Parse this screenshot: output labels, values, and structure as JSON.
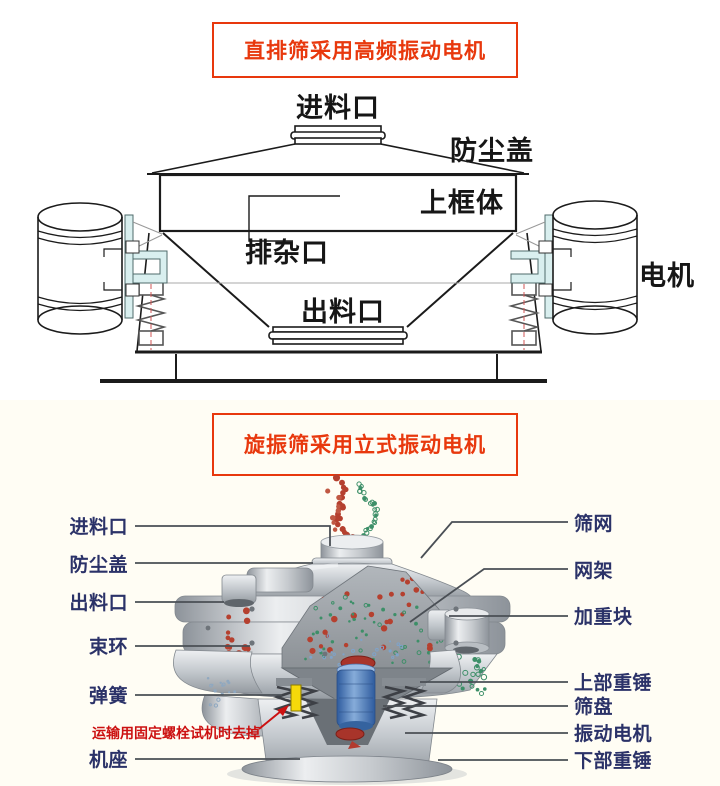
{
  "colors": {
    "title_red": "#e8380d",
    "note_red": "#cc1111",
    "label_navy": "#2b3268",
    "line_gray": "#4a4f55",
    "particle_red": "#b5402f",
    "particle_red_light": "#c05843",
    "particle_green": "#3d8f68",
    "particle_blue": "#7fa3c9",
    "particle_blue_pale": "#8fa8c0",
    "motor_blue": "#3f6aa8",
    "bolt_yellow": "#f5d90a",
    "bracket_cyan": "#d9efef",
    "bottom_bg": "#fffdf4"
  },
  "top_section": {
    "title": "直排筛采用高频振动电机",
    "labels": {
      "feed_inlet": "进料口",
      "dust_cover": "防尘盖",
      "upper_frame": "上框体",
      "impurity_outlet": "排杂口",
      "discharge_outlet": "出料口",
      "motor": "电机"
    }
  },
  "bottom_section": {
    "title": "旋振筛采用立式振动电机",
    "labels": {
      "feed_inlet": "进料口",
      "dust_cover": "防尘盖",
      "discharge_outlet": "出料口",
      "clamp_ring": "束环",
      "spring": "弹簧",
      "base": "机座",
      "screen_mesh": "筛网",
      "mesh_frame": "网架",
      "weight_block": "加重块",
      "upper_hammer": "上部重锤",
      "sieve_plate": "筛盘",
      "vibration_motor": "振动电机",
      "lower_hammer": "下部重锤"
    },
    "warning_note": "运输用固定螺栓试机时去掉"
  }
}
